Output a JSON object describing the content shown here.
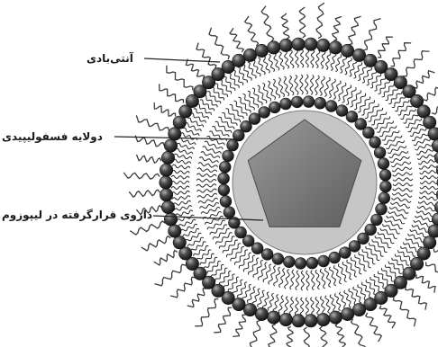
{
  "labels": {
    "antibody": "آنتی‌بادی",
    "phospholipid_bilayer": "دولایه فسفولیپیدی",
    "encapsulated_drug": "داروی قرارگرفته در لیپوزوم"
  }
}
